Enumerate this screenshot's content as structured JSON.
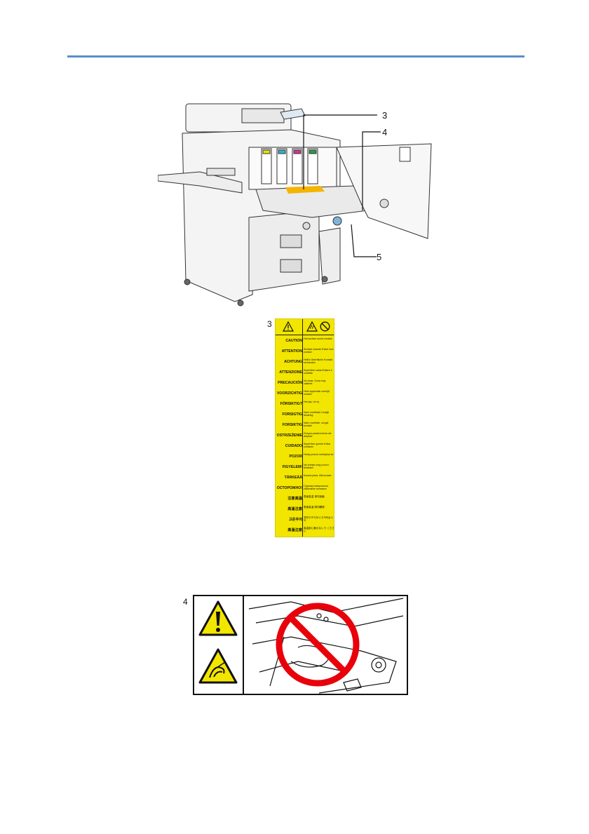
{
  "callouts": {
    "c3": "3",
    "c4": "4",
    "c5": "5"
  },
  "label3": {
    "number": "3",
    "rows": [
      {
        "word": "CAUTION",
        "text": "Hot surface avoid contact"
      },
      {
        "word": "ATTENTION",
        "text": "Surface chaude Éviter tout contact"
      },
      {
        "word": "ACHTUNG",
        "text": "Heiße Oberfläche Kontakt vermeiden"
      },
      {
        "word": "ATTENZIONE",
        "text": "Superficie calda Evitare il contatto"
      },
      {
        "word": "PRECAUCIÓN",
        "text": "No tocar. Zona muy caliente."
      },
      {
        "word": "VOORZICHTIG",
        "text": "Heet oppervlak vermijd contact"
      },
      {
        "word": "FÖRSIKTIGT",
        "text": "Het yta, rör ej"
      },
      {
        "word": "FORSIGTIG",
        "text": "Varm overflade Undgå berøring"
      },
      {
        "word": "FORSIKTIG",
        "text": "Varm overflate, unngå kontakt"
      },
      {
        "word": "OSTRZEŻENIE",
        "text": "Gorąca powierzchnia nie dotykać"
      },
      {
        "word": "CUIDADO",
        "text": "Superfície quente Evitar contacto"
      },
      {
        "word": "POZOR",
        "text": "Horký povrch nedotýkat se"
      },
      {
        "word": "FIGYELEM!",
        "text": "Ne érintse meg a forró felületet!"
      },
      {
        "word": "TÄRKEÄÄ",
        "text": "Kuuma pinta. Älä kosske."
      },
      {
        "word": "ОСТОРОЖНО!",
        "text": "Горячая поверхность Избегайте контакта"
      },
      {
        "word": "注意高温",
        "text": "表面高温 请勿接触"
      },
      {
        "word": "高溫注意",
        "text": "表面高溫 請勿觸摸"
      },
      {
        "word": "고온주의",
        "text": "표면이 뜨거우니 주의하십시오."
      },
      {
        "word": "高温注意",
        "text": "高温部に触れないで ください"
      }
    ]
  },
  "label4": {
    "number": "4"
  },
  "colors": {
    "rule": "#5b8fc8",
    "label_yellow": "#f2e500",
    "prohibit_red": "#e8000a",
    "toner_orange": "#f5b400"
  }
}
